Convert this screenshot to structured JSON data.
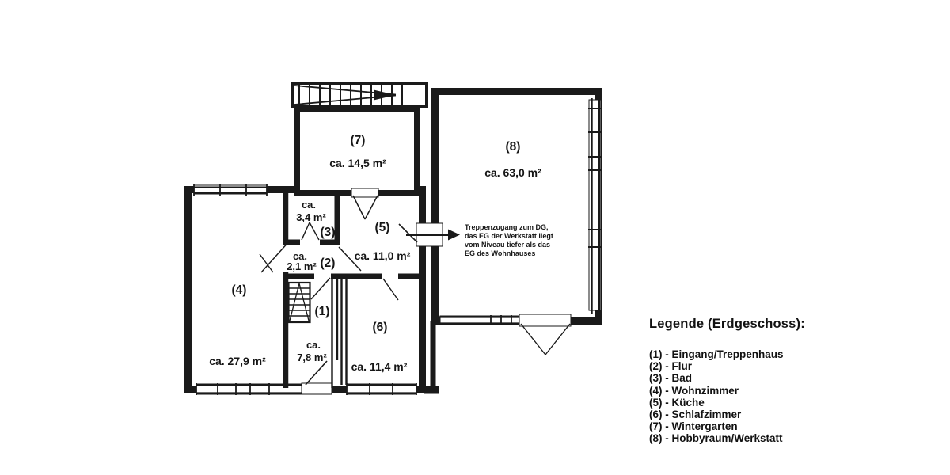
{
  "plan": {
    "rooms": {
      "r1": {
        "number": "(1)",
        "ca": "ca.",
        "value": "7,8 m²"
      },
      "r2": {
        "number": "(2)",
        "ca": "ca.",
        "value": "2,1 m²"
      },
      "r3": {
        "number": "(3)",
        "ca": "ca.",
        "value": "3,4 m²"
      },
      "r4": {
        "number": "(4)",
        "area": "ca. 27,9 m²"
      },
      "r5": {
        "number": "(5)",
        "area": "ca. 11,0 m²"
      },
      "r6": {
        "number": "(6)",
        "area": "ca. 11,4 m²"
      },
      "r7": {
        "number": "(7)",
        "area": "ca. 14,5 m²"
      },
      "r8": {
        "number": "(8)",
        "area": "ca. 63,0 m²"
      }
    },
    "annotation": {
      "line1": "Treppenzugang zum DG,",
      "line2": "das EG der Werkstatt liegt",
      "line3": "vom Niveau tiefer als das",
      "line4": "EG des Wohnhauses"
    }
  },
  "legend": {
    "title": "Legende (Erdgeschoss):",
    "items": [
      "(1) - Eingang/Treppenhaus",
      "(2) - Flur",
      "(3) - Bad",
      "(4) - Wohnzimmer",
      "(5) - Küche",
      "(6) - Schlafzimmer",
      "(7) - Wintergarten",
      "(8) - Hobbyraum/Werkstatt"
    ]
  },
  "colors": {
    "ink": "#1a1a1a",
    "paper": "#ffffff"
  }
}
